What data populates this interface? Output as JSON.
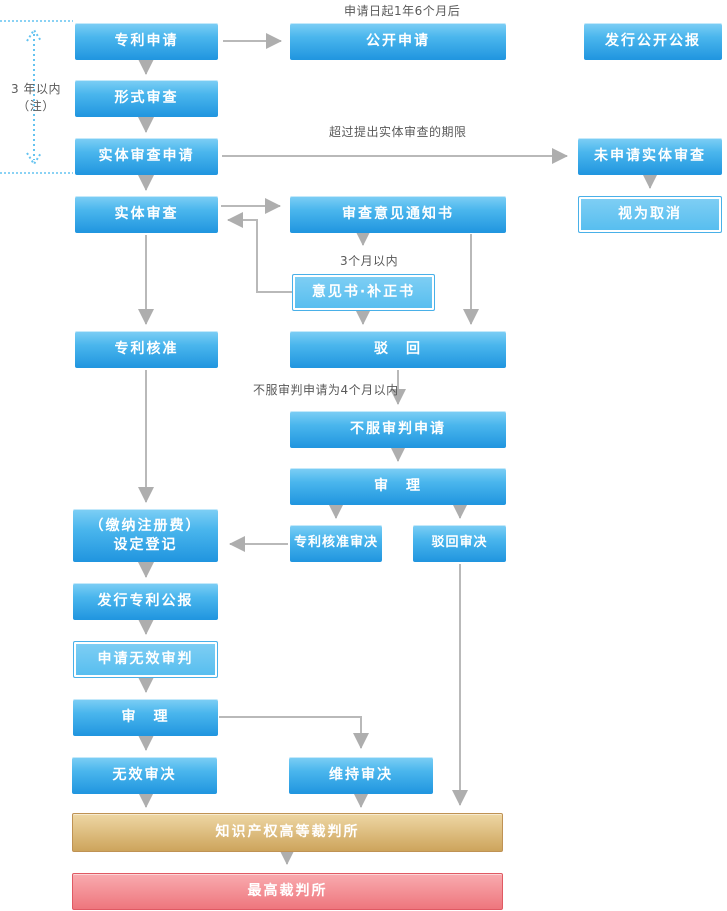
{
  "nodes": {
    "patent_application": "专利申请",
    "publication_application": "公开申请",
    "publication_gazette": "发行公开公报",
    "formal_examination": "形式审查",
    "substantive_examination_request": "实体审查申请",
    "no_substantive_examination": "未申请实体审查",
    "deemed_withdrawn": "视为取消",
    "substantive_examination": "实体审查",
    "examination_opinion_notice": "审查意见通知书",
    "opinion_correction": "意见书·补正书",
    "patent_approval": "专利核准",
    "rejection": "驳　回",
    "appeal_request": "不服审判申请",
    "trial1": "审　理",
    "approval_decision": "专利核准审决",
    "rejection_decision": "驳回审决",
    "registration_line1": "（缴纳注册费）",
    "registration_line2": "设定登记",
    "patent_gazette": "发行专利公报",
    "invalidation_request": "申请无效审判",
    "trial2": "审　理",
    "invalidation_decision": "无效审决",
    "maintenance_decision": "维持审决",
    "ip_high_court": "知识产权高等裁判所",
    "supreme_court": "最高裁判所"
  },
  "annotations": {
    "top_note": "申请日起1年6个月后",
    "deadline_note": "超过提出实体审查的期限",
    "three_months": "3个月以内",
    "four_months": "不服审判申请为4个月以内",
    "three_years_line1": "3 年以内",
    "three_years_line2": "（注）"
  },
  "colors": {
    "node_blue_top": "#7ecff5",
    "node_blue_bottom": "#2095df",
    "node_light_fill": "#55bdef",
    "node_light_border": "#49b0e8",
    "court_tan": "#cda45c",
    "court_red": "#ee767d",
    "arrow_gray": "#b4b4b4",
    "dotted_blue": "#64c3f0",
    "note_text": "#595959"
  }
}
